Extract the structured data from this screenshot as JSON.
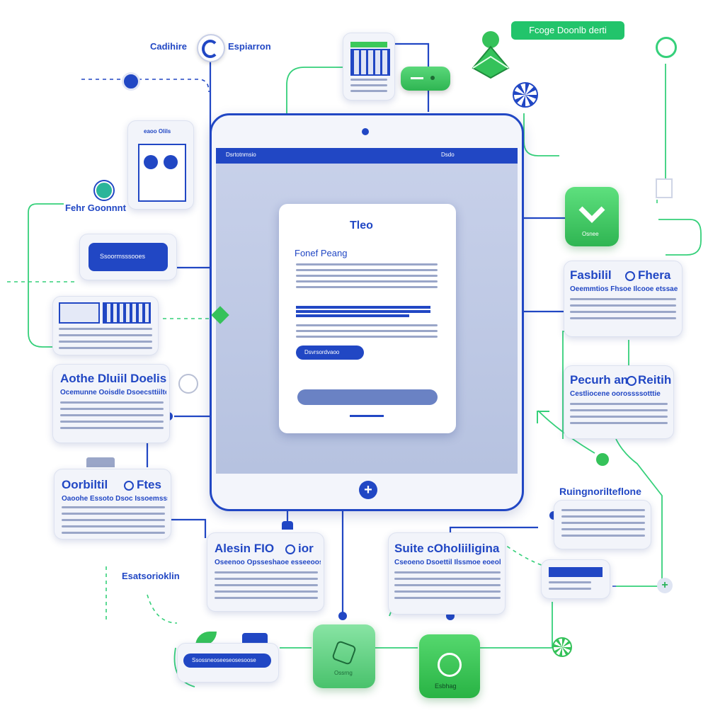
{
  "labels": {
    "top_left_left": "Cadihire",
    "top_left_right": "Espiarron",
    "top_right_badge": "Fcoge Doonlb derti",
    "portrait_card_title": "eaoo Olils",
    "fehr_label": "Fehr Goonnnt",
    "esats_label": "Esatsorioklin"
  },
  "device": {
    "header_text": "Dsrtotnmsio",
    "header_right": "Dsdo"
  },
  "modal": {
    "title": "Tleo",
    "subtitle": "Fonef Peang",
    "button_label": "Dsvrsordvaoo"
  },
  "cards": {
    "left_blue_button": "Ssoormsssooes",
    "aothe_title": "Aothe Dluiil Doelis",
    "aothe_sub": "Ocemunne Ooisdle Dsoecsttiilte",
    "orbit_title": "Oorbiltil",
    "orbit_title2": "Ftes",
    "orbit_sub": "Oaoohe Essoto Dsoc Issoemsssieeme",
    "alesin_title": "Alesin FIO",
    "alesin_title2": "ior",
    "alesin_sub": "Oseenoo Opsseshaoe esseeoosnee",
    "suite_title": "Suite cOholiiligina",
    "suite_sub": "Cseoeno Dsoettil Ilssmoe eoeolole",
    "fasbill_title": "Fasbilil",
    "fasbill_title2": "Fhera",
    "fasbill_sub": "Oeemmtios Fhsoe Ilcooe etssaeo",
    "pecurh_title": "Pecurh an",
    "pecurh_title2": "Reitih",
    "pecurh_sub": "Cestliocene oorossssotttie",
    "ruing_title": "Ruingnorilteflone",
    "bottom_blue_button": "Ssossneoseeseosesoose",
    "bottom_tile_left": "Ossrng",
    "bottom_tile_right": "Esbhag",
    "right_tile": "Osnee"
  },
  "colors": {
    "brand_blue": "#2147c4",
    "green": "#3cc95a",
    "wire_green": "#35d07a",
    "device_screen": "#c9d2e8"
  },
  "icons": [
    "blue-ring-icon",
    "check-icon",
    "plus-icon",
    "green-gem-icon",
    "document-icon",
    "circle-icon"
  ]
}
